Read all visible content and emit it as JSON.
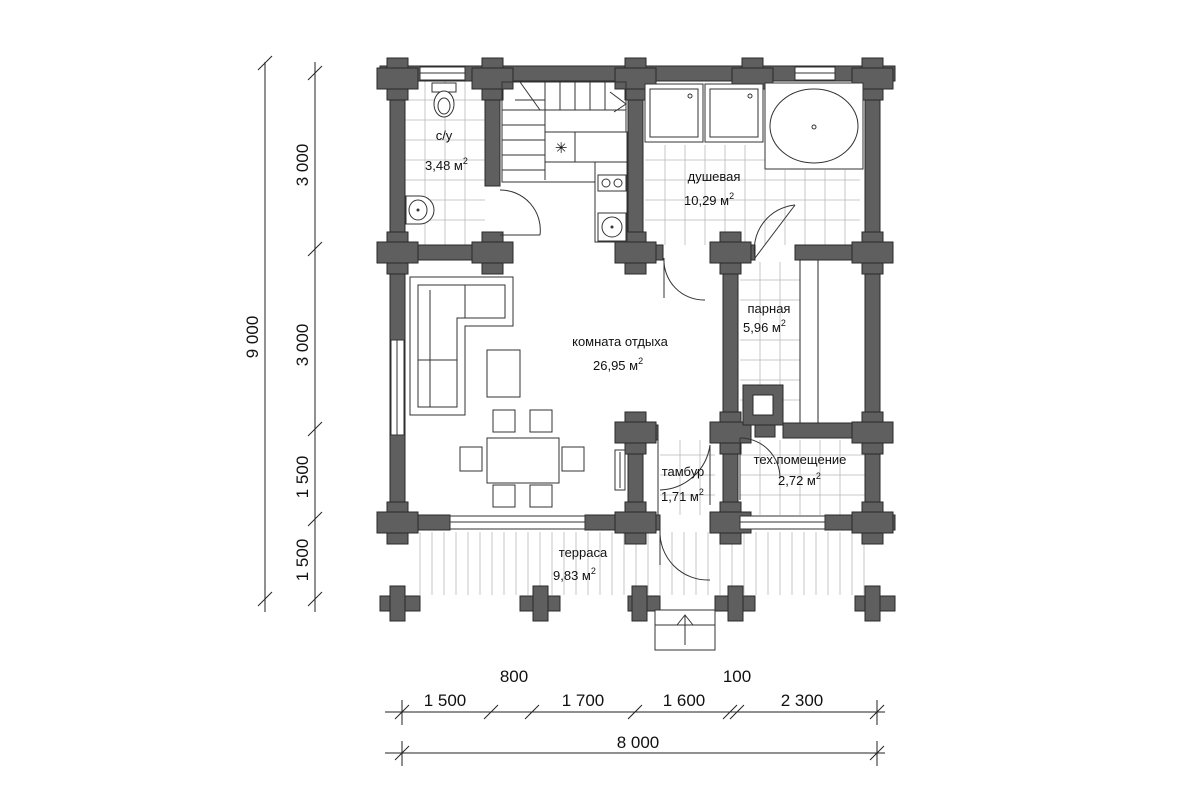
{
  "colors": {
    "wall": "#5f5f5f",
    "wall_edge": "#2a2a2a",
    "line": "#333333",
    "tile": "#b9b9b9",
    "background": "#ffffff"
  },
  "rooms": {
    "wc": {
      "name": "с/у",
      "area": "3,48 м",
      "exp": "2"
    },
    "shower": {
      "name": "душевая",
      "area": "10,29 м",
      "exp": "2"
    },
    "lounge": {
      "name": "комната отдыха",
      "area": "26,95 м",
      "exp": "2"
    },
    "steam": {
      "name": "парная",
      "area": "5,96 м",
      "exp": "2"
    },
    "vestibule": {
      "name": "тамбур",
      "area": "1,71 м",
      "exp": "2"
    },
    "tech": {
      "name": "тех.помещение",
      "area": "2,72 м",
      "exp": "2"
    },
    "terrace": {
      "name": "терраса",
      "area": "9,83 м",
      "exp": "2"
    }
  },
  "dimensions": {
    "vertical_total": "9 000",
    "vertical": [
      "3 000",
      "3 000",
      "1 500",
      "1 500"
    ],
    "bottom_segments": [
      "1 500",
      "1 700",
      "1 600",
      "2 300"
    ],
    "bottom_extra": [
      "800",
      "100"
    ],
    "bottom_total": "8 000"
  },
  "symbols": {
    "kitchen_mark": "✳",
    "stair_icon": "stair-arrow-icon",
    "toilet_icon": "toilet-icon",
    "sink_icon": "sink-icon",
    "stove_icon": "stove-icon",
    "sauna_stove_icon": "sauna-stove-icon",
    "bathtub_icon": "bathtub-icon"
  }
}
